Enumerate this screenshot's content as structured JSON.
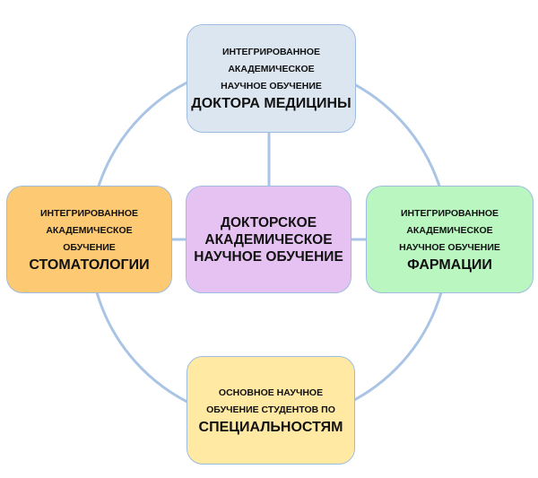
{
  "colors": {
    "ring": "#a9c4e4",
    "top": "#dce6f1",
    "left": "#fdc972",
    "center": "#e6c2f2",
    "right": "#b9f6c0",
    "bottom": "#ffe9a3"
  },
  "nodes": {
    "top": {
      "lines": [
        "ИНТЕГРИРОВАННОЕ",
        "АКАДЕМИЧЕСКОЕ",
        "НАУЧНОЕ ОБУЧЕНИЕ"
      ],
      "title": "ДОКТОРА МЕДИЦИНЫ"
    },
    "left": {
      "lines": [
        "ИНТЕГРИРОВАННОЕ",
        "АКАДЕМИЧЕСКОЕ",
        "ОБУЧЕНИЕ"
      ],
      "title": "СТОМАТОЛОГИИ"
    },
    "center": {
      "lines": [
        "ДОКТОРСКОЕ",
        "АКАДЕМИЧЕСКОЕ",
        "НАУЧНОЕ ОБУЧЕНИЕ"
      ]
    },
    "right": {
      "lines": [
        "ИНТЕГРИРОВАННОЕ",
        "АКАДЕМИЧЕСКОЕ",
        "НАУЧНОЕ ОБУЧЕНИЕ"
      ],
      "title": "ФАРМАЦИИ"
    },
    "bottom": {
      "lines": [
        "ОСНОВНОЕ НАУЧНОЕ",
        "ОБУЧЕНИЕ СТУДЕНТОВ ПО"
      ],
      "title": "СПЕЦИАЛЬНОСТЯМ"
    }
  }
}
